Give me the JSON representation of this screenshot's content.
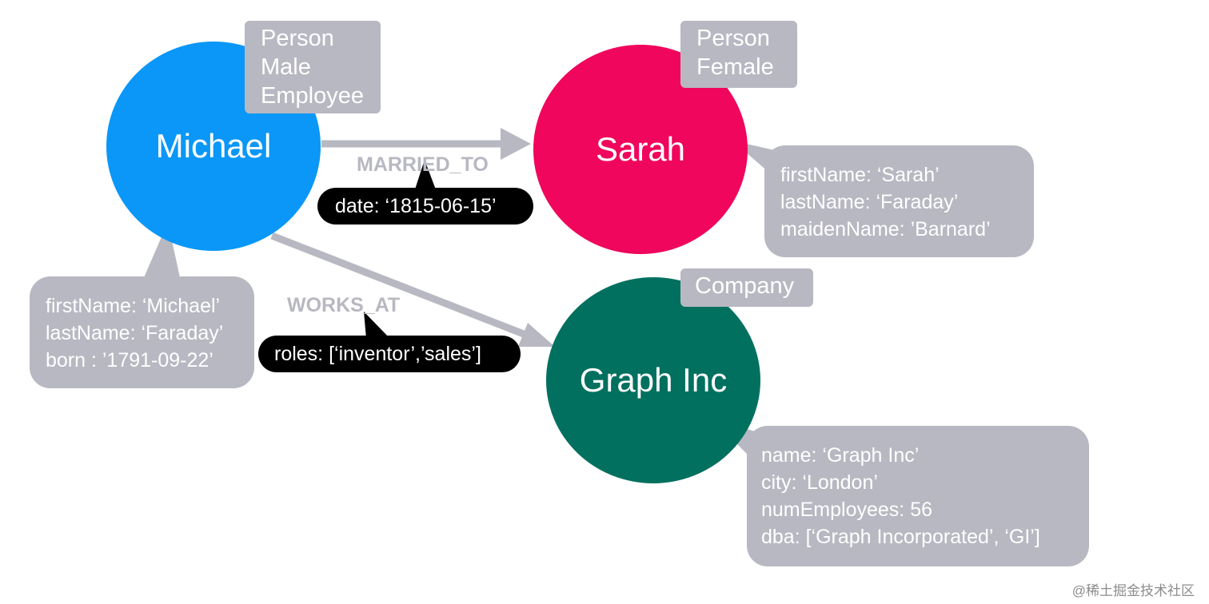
{
  "colors": {
    "michael": "#0a97f7",
    "sarah": "#f0065c",
    "graph_inc": "#02705f",
    "box": "#b8b8c2",
    "edge": "#b8b8c2",
    "rel_prop_bg": "#000000"
  },
  "nodes": {
    "michael": {
      "name": "Michael",
      "labels": [
        "Person",
        "Male",
        "Employee"
      ],
      "properties": [
        "firstName: ‘Michael’",
        "lastName:  ‘Faraday’",
        "born : ’1791-09-22’"
      ]
    },
    "sarah": {
      "name": "Sarah",
      "labels": [
        "Person",
        "Female"
      ],
      "properties": [
        "firstName: ‘Sarah’",
        "lastName:  ‘Faraday’",
        "maidenName: ’Barnard’"
      ]
    },
    "graph_inc": {
      "name": "Graph Inc",
      "labels": [
        "Company"
      ],
      "properties": [
        "name: ‘Graph Inc’",
        "city:  ‘London’",
        "numEmployees: 56",
        "dba: [‘Graph Incorporated’, ‘GI’]"
      ]
    }
  },
  "relationships": {
    "married_to": {
      "type": "MARRIED_TO",
      "property": "date: ‘1815-06-15’"
    },
    "works_at": {
      "type": "WORKS_AT",
      "property": "roles: [‘inventor’,’sales’]"
    }
  },
  "watermark": "@稀土掘金技术社区"
}
